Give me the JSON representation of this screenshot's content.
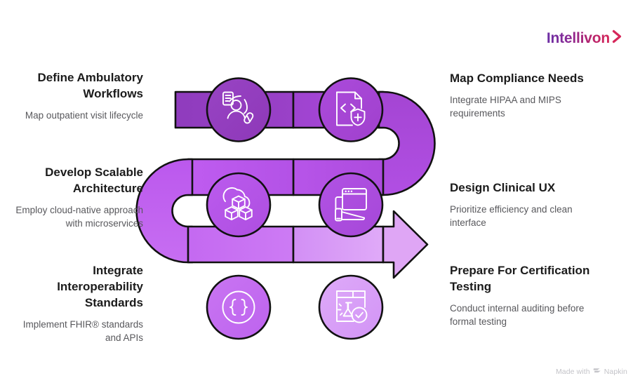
{
  "brand": {
    "name": "Intellivon",
    "chevron_icon": "chevron-right-icon",
    "gradient_start": "#6c2ea4",
    "gradient_end": "#d6275a"
  },
  "footer": {
    "prefix": "Made with",
    "product": "Napkin",
    "mark_icon": "napkin-logo-icon",
    "color": "#c3c3c8"
  },
  "diagram": {
    "type": "serpentine-process-flow",
    "direction": "left-to-right, boustrophedon (3 rows)",
    "end_marker": "arrow-right",
    "stroke_color": "#111111",
    "steps": [
      {
        "index": 1,
        "row": 1,
        "side": "left",
        "title": "Define Ambulatory Workflows",
        "desc": "Map outpatient visit lifecycle",
        "icon": "patient-record-stethoscope-icon",
        "segment_color": "#9240c0",
        "circle_color": "#9440c2"
      },
      {
        "index": 2,
        "row": 1,
        "side": "right",
        "title": "Map Compliance Needs",
        "desc": "Integrate HIPAA and MIPS requirements",
        "icon": "code-document-shield-icon",
        "segment_color": "#a445d3",
        "circle_color": "#a445d3"
      },
      {
        "index": 3,
        "row": 2,
        "side": "left",
        "title": "Develop Scalable Architecture",
        "desc": "Employ cloud-native approach with microservices",
        "icon": "cloud-cubes-icon",
        "segment_color": "#b452e8",
        "circle_color": "#b452e8"
      },
      {
        "index": 4,
        "row": 2,
        "side": "right",
        "title": "Design Clinical UX",
        "desc": "Prioritize efficiency and clean interface",
        "icon": "browser-window-device-icon",
        "segment_color": "#a94ad9",
        "circle_color": "#a94ad9"
      },
      {
        "index": 5,
        "row": 3,
        "side": "left",
        "title": "Integrate Interoperability Standards",
        "desc": "Implement FHIR® standards and APIs",
        "icon": "curly-braces-circle-icon",
        "segment_color": "#c濃"
      },
      {
        "index": 6,
        "row": 3,
        "side": "right",
        "title": "Prepare For Certification Testing",
        "desc": "Conduct internal auditing before formal testing",
        "icon": "test-document-check-icon",
        "segment_color": "#dfa6f5",
        "circle_color": "#dfa6f5"
      }
    ]
  }
}
